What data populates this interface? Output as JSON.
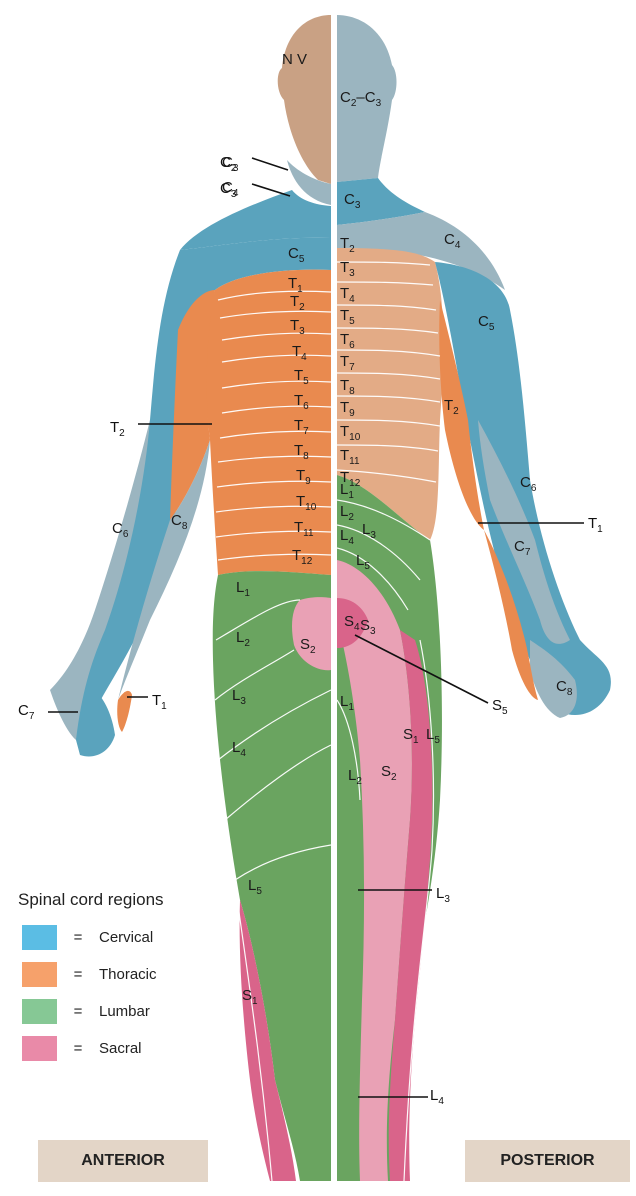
{
  "anterior_label": "ANTERIOR",
  "posterior_label": "POSTERIOR",
  "legend": {
    "title": "Spinal cord regions",
    "items": [
      {
        "eq": "=",
        "name": "Cervical",
        "color": "#5bbde4"
      },
      {
        "eq": "=",
        "name": "Thoracic",
        "color": "#f6a16b"
      },
      {
        "eq": "=",
        "name": "Lumbar",
        "color": "#86c895"
      },
      {
        "eq": "=",
        "name": "Sacral",
        "color": "#e98aa8"
      }
    ]
  },
  "region_colors": {
    "cervical": "#5aa3bd",
    "cervical_light": "#9bb5c0",
    "thoracic": "#e98a4f",
    "thoracic_light": "#e3ab86",
    "lumbar": "#6aa460",
    "lumbar_light": "#98b98a",
    "sacral": "#d9648a",
    "sacral_light": "#e9a1b5",
    "skin": "#c9a184",
    "head_shade": "#a89a8e"
  },
  "segment_labels": [
    {
      "base": "N V",
      "sub": ""
    },
    {
      "base": "C",
      "sub": "2",
      "suffix": "–C",
      "sub2": "3"
    },
    {
      "base": "C",
      "sub": "3"
    },
    {
      "base": "C",
      "sub": "4"
    },
    {
      "base": "C",
      "sub": "5"
    },
    {
      "base": "T",
      "sub": "1"
    },
    {
      "base": "T",
      "sub": "2"
    },
    {
      "base": "T",
      "sub": "3"
    },
    {
      "base": "T",
      "sub": "4"
    },
    {
      "base": "T",
      "sub": "5"
    },
    {
      "base": "T",
      "sub": "6"
    },
    {
      "base": "T",
      "sub": "7"
    },
    {
      "base": "T",
      "sub": "8"
    },
    {
      "base": "T",
      "sub": "9"
    },
    {
      "base": "T",
      "sub": "10"
    },
    {
      "base": "T",
      "sub": "11"
    },
    {
      "base": "T",
      "sub": "12"
    },
    {
      "base": "C",
      "sub": "3"
    },
    {
      "base": "T",
      "sub": "2"
    },
    {
      "base": "C",
      "sub": "4"
    },
    {
      "base": "T",
      "sub": "3"
    },
    {
      "base": "T",
      "sub": "4"
    },
    {
      "base": "T",
      "sub": "5"
    },
    {
      "base": "C",
      "sub": "5"
    },
    {
      "base": "T",
      "sub": "6"
    },
    {
      "base": "T",
      "sub": "7"
    },
    {
      "base": "T",
      "sub": "8"
    },
    {
      "base": "T",
      "sub": "9"
    },
    {
      "base": "T",
      "sub": "2"
    },
    {
      "base": "T",
      "sub": "10"
    },
    {
      "base": "T",
      "sub": "11"
    },
    {
      "base": "T",
      "sub": "12"
    },
    {
      "base": "C",
      "sub": "6"
    },
    {
      "base": "L",
      "sub": "1"
    },
    {
      "base": "L",
      "sub": "2"
    },
    {
      "base": "L",
      "sub": "3"
    },
    {
      "base": "L",
      "sub": "4"
    },
    {
      "base": "C",
      "sub": "7"
    },
    {
      "base": "L",
      "sub": "5"
    },
    {
      "base": "C",
      "sub": "8"
    },
    {
      "base": "C",
      "sub": "6"
    },
    {
      "base": "L",
      "sub": "1"
    },
    {
      "base": "L",
      "sub": "2"
    },
    {
      "base": "S",
      "sub": "2"
    },
    {
      "base": "S",
      "sub": "4"
    },
    {
      "base": "S",
      "sub": "3"
    },
    {
      "base": "L",
      "sub": "3"
    },
    {
      "base": "C",
      "sub": "8"
    },
    {
      "base": "L",
      "sub": "4"
    },
    {
      "base": "L",
      "sub": "1"
    },
    {
      "base": "S",
      "sub": "1"
    },
    {
      "base": "L",
      "sub": "5"
    },
    {
      "base": "L",
      "sub": "2"
    },
    {
      "base": "S",
      "sub": "2"
    },
    {
      "base": "L",
      "sub": "5"
    },
    {
      "base": "S",
      "sub": "1"
    }
  ],
  "callouts": [
    {
      "base": "C",
      "sub": "2"
    },
    {
      "base": "C",
      "sub": "3"
    },
    {
      "base": "T",
      "sub": "2"
    },
    {
      "base": "T",
      "sub": "1"
    },
    {
      "base": "C",
      "sub": "7"
    },
    {
      "base": "T",
      "sub": "1"
    },
    {
      "base": "S",
      "sub": "5"
    },
    {
      "base": "L",
      "sub": "3"
    },
    {
      "base": "L",
      "sub": "4"
    }
  ]
}
